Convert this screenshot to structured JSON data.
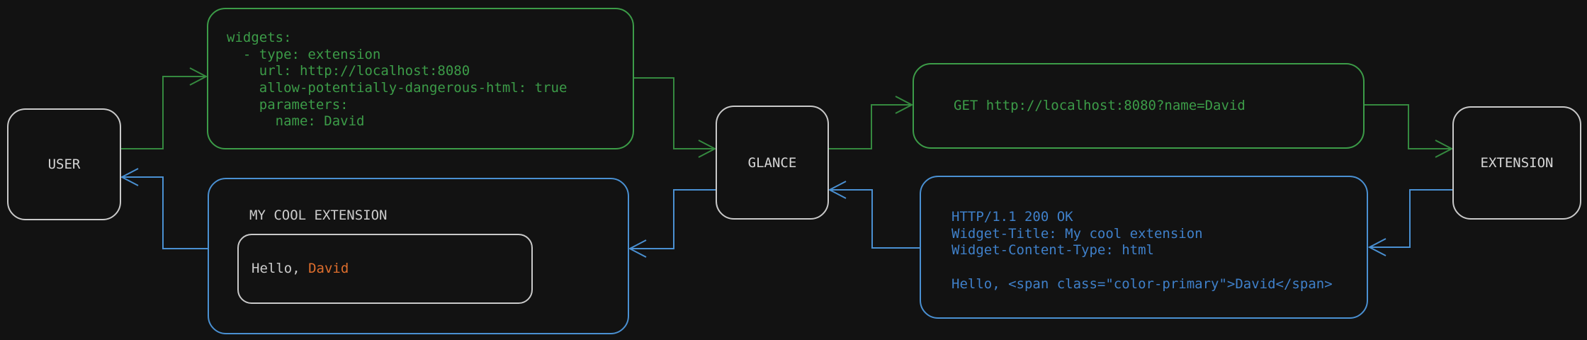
{
  "theme": {
    "bg": "#121212",
    "green": "#3c9c48",
    "green-line": "#35893f",
    "blue": "#4a90d2",
    "blue-text": "#3f80ca",
    "orange": "#de6e2d",
    "node-border": "#c9c9c9",
    "node-text": "#d6d6d6",
    "text-light": "#cccccc"
  },
  "nodes": {
    "user": "USER",
    "glance": "GLANCE",
    "extension": "EXTENSION"
  },
  "config_box": {
    "lines": [
      "widgets:",
      "  - type: extension",
      "    url: http://localhost:8080",
      "    allow-potentially-dangerous-html: true",
      "    parameters:",
      "      name: David"
    ]
  },
  "request_box": {
    "text": "GET http://localhost:8080?name=David"
  },
  "response_box": {
    "lines": [
      "HTTP/1.1 200 OK",
      "Widget-Title: My cool extension",
      "Widget-Content-Type: html",
      "",
      "Hello, <span class=\"color-primary\">David</span>"
    ]
  },
  "widget_box": {
    "title": "MY COOL EXTENSION",
    "greeting_prefix": "Hello, ",
    "greeting_name": "David"
  }
}
